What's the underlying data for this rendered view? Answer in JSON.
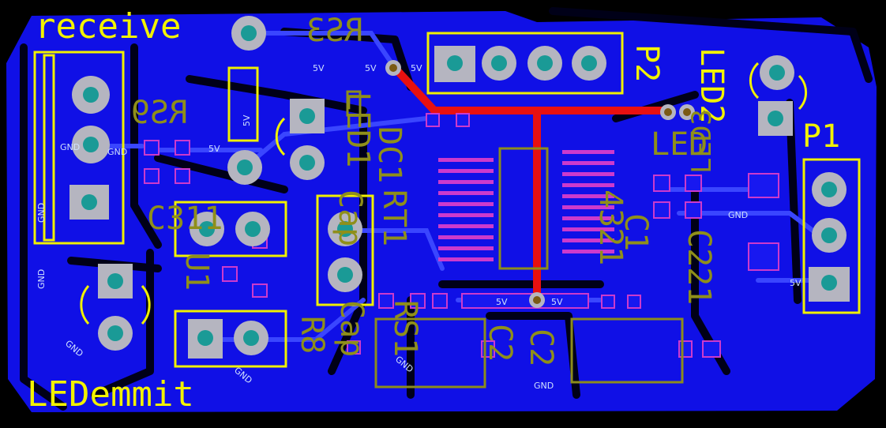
{
  "colors": {
    "background": "#000000",
    "copper_bottom": "#1010e6",
    "copper_top": "#e81010",
    "silk_top": "#f0f000",
    "silk_bottom": "#8c8c1c",
    "pad_teal": "#1a9a96",
    "pad_gray": "#b5b5c0",
    "via_brown": "#7a5a14",
    "smd_magenta": "#cc3acc"
  },
  "labels": {
    "receive": "receive",
    "ledemmit": "LEDemmit",
    "p2": "P2",
    "p1": "P1",
    "led2": "LED2",
    "rs3": "RS3",
    "rs9": "RS9",
    "c311": "C311",
    "cap1": "Cap",
    "led1": "LED1",
    "rt1": "RT1",
    "u1": "U1",
    "r8": "R8",
    "rs1": "RS1",
    "cap2": "Cap",
    "c2a": "C2",
    "c2b": "C2",
    "c221": "C221",
    "led3": "LED",
    "led3b": "LED3",
    "c1": "C1",
    "dc1": "DC1",
    "tc": "4321"
  },
  "nets": {
    "five_v": "5V",
    "gnd": "GND"
  }
}
